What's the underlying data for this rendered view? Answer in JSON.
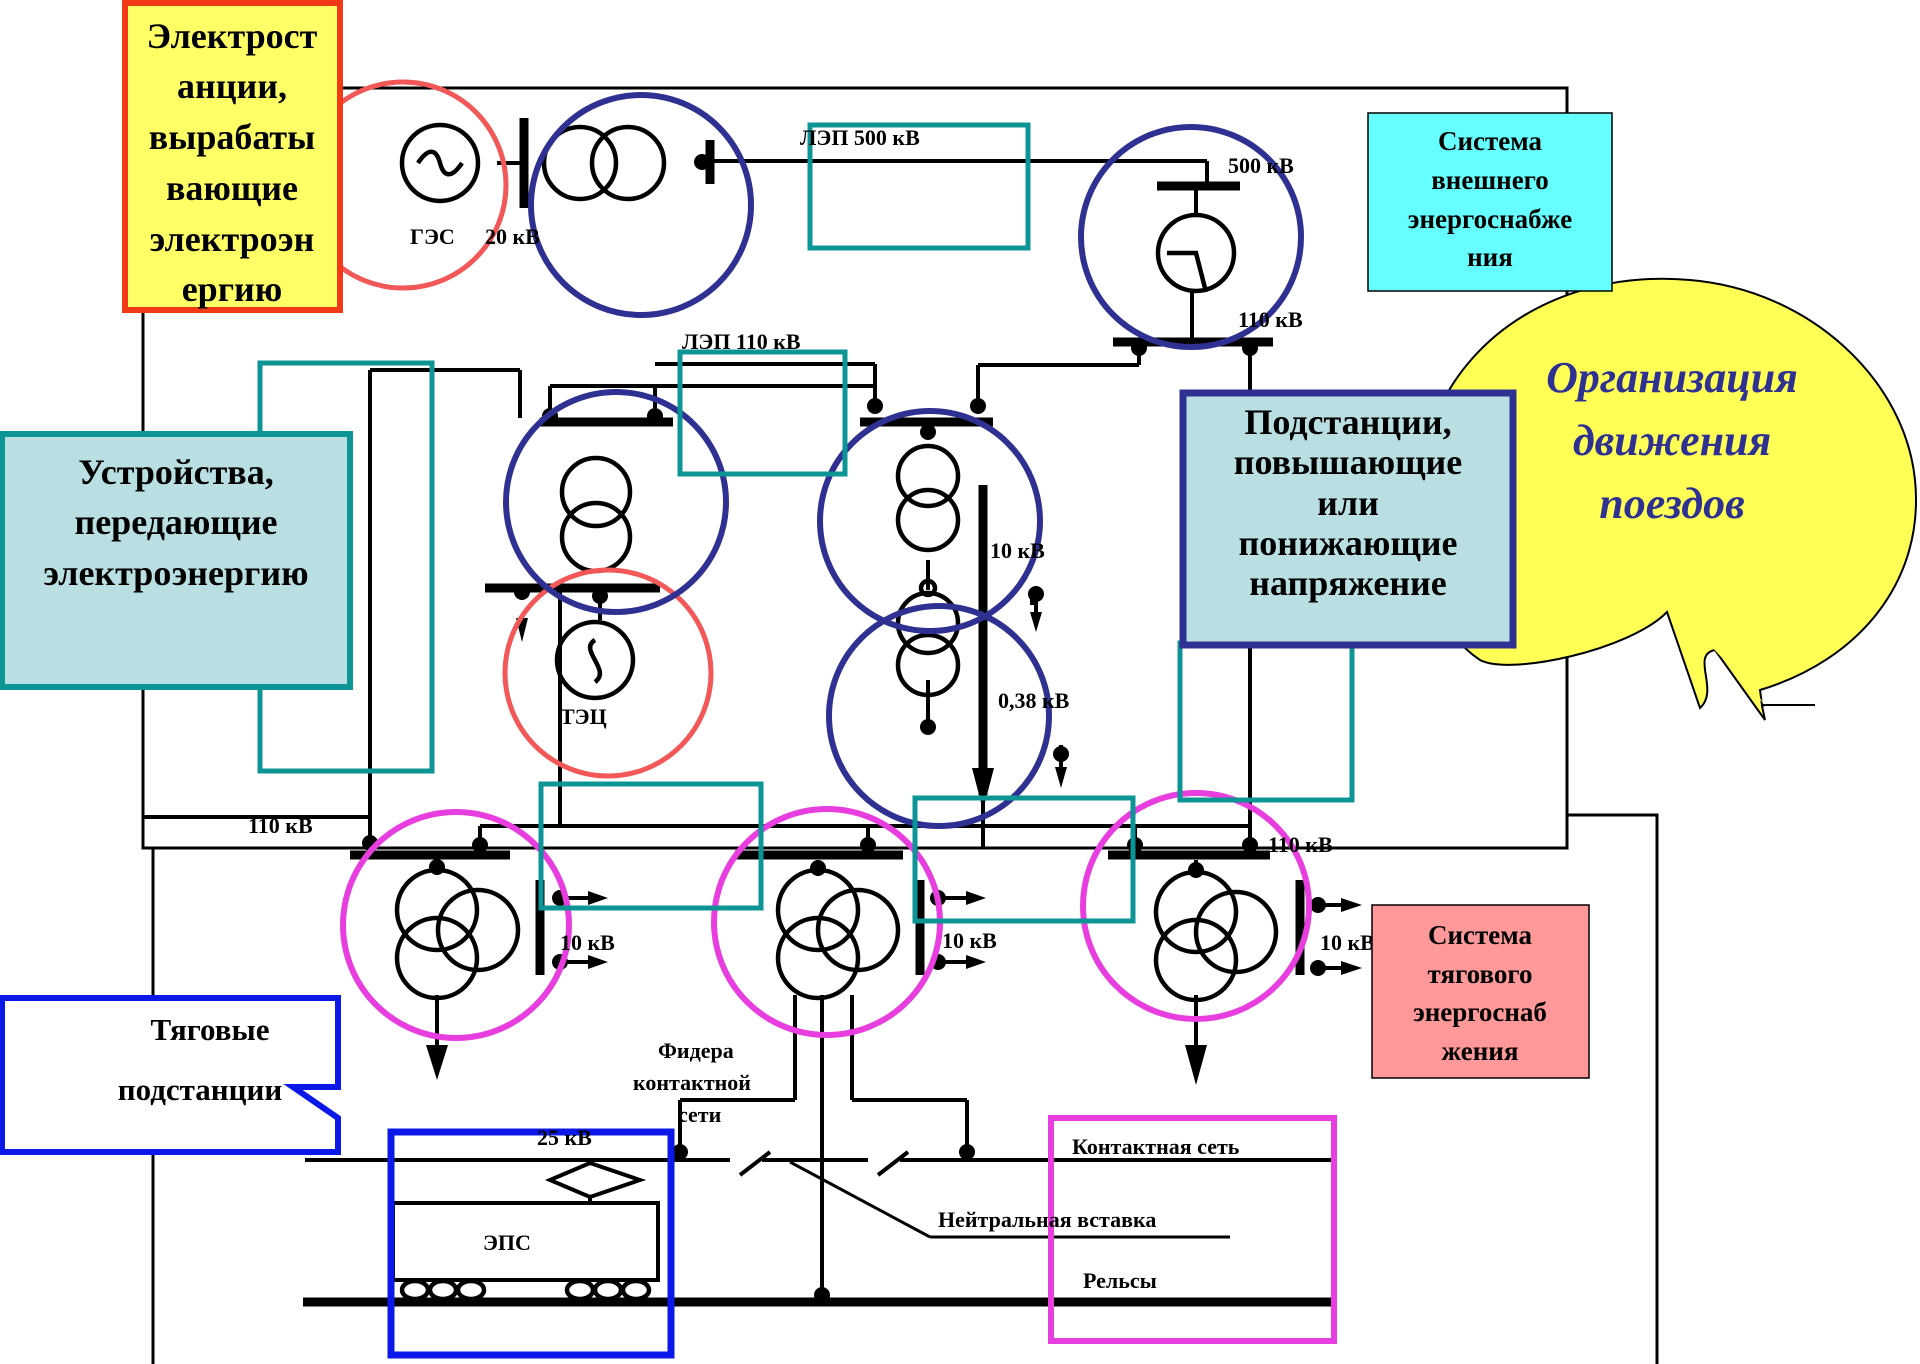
{
  "colors": {
    "generation": "#f25858",
    "transform": "#2e3192",
    "transmission": "#0d9494",
    "traction": "#e83ee0",
    "eps_box": "#0b18e8",
    "callout_yellow_fill": "#ffff66",
    "callout_yellow_border": "#f23a18",
    "callout_teal_fill": "#b9dfe3",
    "callout_teal_border": "#0d9494",
    "callout_navy_border": "#2e3192",
    "external_fill": "#66ffff",
    "traction_fill": "#ff9999",
    "org_fill": "#ffff55"
  },
  "callouts": {
    "power_plants": "Электростанции, вырабатывающие электроэнергию",
    "power_plants_lines": [
      "Электрост",
      "анции,",
      "вырабаты",
      "вающие",
      "электроэн",
      "ергию"
    ],
    "transmission": "Устройства, передающие электроэнергию",
    "transmission_lines": [
      "Устройства,",
      "передающие",
      "электроэнергию"
    ],
    "substations": "Подстанции, повышающие или понижающие напряжение",
    "substations_lines": [
      "Подстанции,",
      "повышающие",
      "или",
      "понижающие",
      "напряжение"
    ],
    "external_supply": "Система внешнего энергоснабжения",
    "external_supply_lines": [
      "Система",
      "внешнего",
      "энергоснабже",
      "ния"
    ],
    "traction_supply": "Система тягового энергоснабжения",
    "traction_supply_lines": [
      "Система",
      "тягового",
      "энергоснаб",
      "жения"
    ],
    "train_operation": "Организация движения поездов",
    "train_operation_lines": [
      "Организация",
      "движения",
      "поездов"
    ],
    "traction_substations": "Тяговые подстанции",
    "traction_substations_lines": [
      "Тяговые",
      "подстанции"
    ]
  },
  "labels": {
    "hydro_plant": "ГЭС",
    "gen_voltage": "20 кВ",
    "line_500": "ЛЭП 500 кВ",
    "bus_500": "500 кВ",
    "bus_110_right": "110 кВ",
    "line_110": "ЛЭП 110 кВ",
    "dist_10": "10 кВ",
    "dist_038": "0,38 кВ",
    "chp_plant": "ТЭЦ",
    "bus_110_left": "110 кВ",
    "bus_110_bottom": "110 кВ",
    "ts1_10": "10 кВ",
    "ts2_10": "10 кВ",
    "ts3_10": "10 кВ",
    "feeders": "Фидера контактной сети",
    "feeders_lines": [
      "Фидера",
      "контактной",
      "сети"
    ],
    "voltage_25": "25 кВ",
    "catenary": "Контактная сеть",
    "neutral_insert": "Нейтральная вставка",
    "eps": "ЭПС",
    "rails": "Рельсы"
  }
}
